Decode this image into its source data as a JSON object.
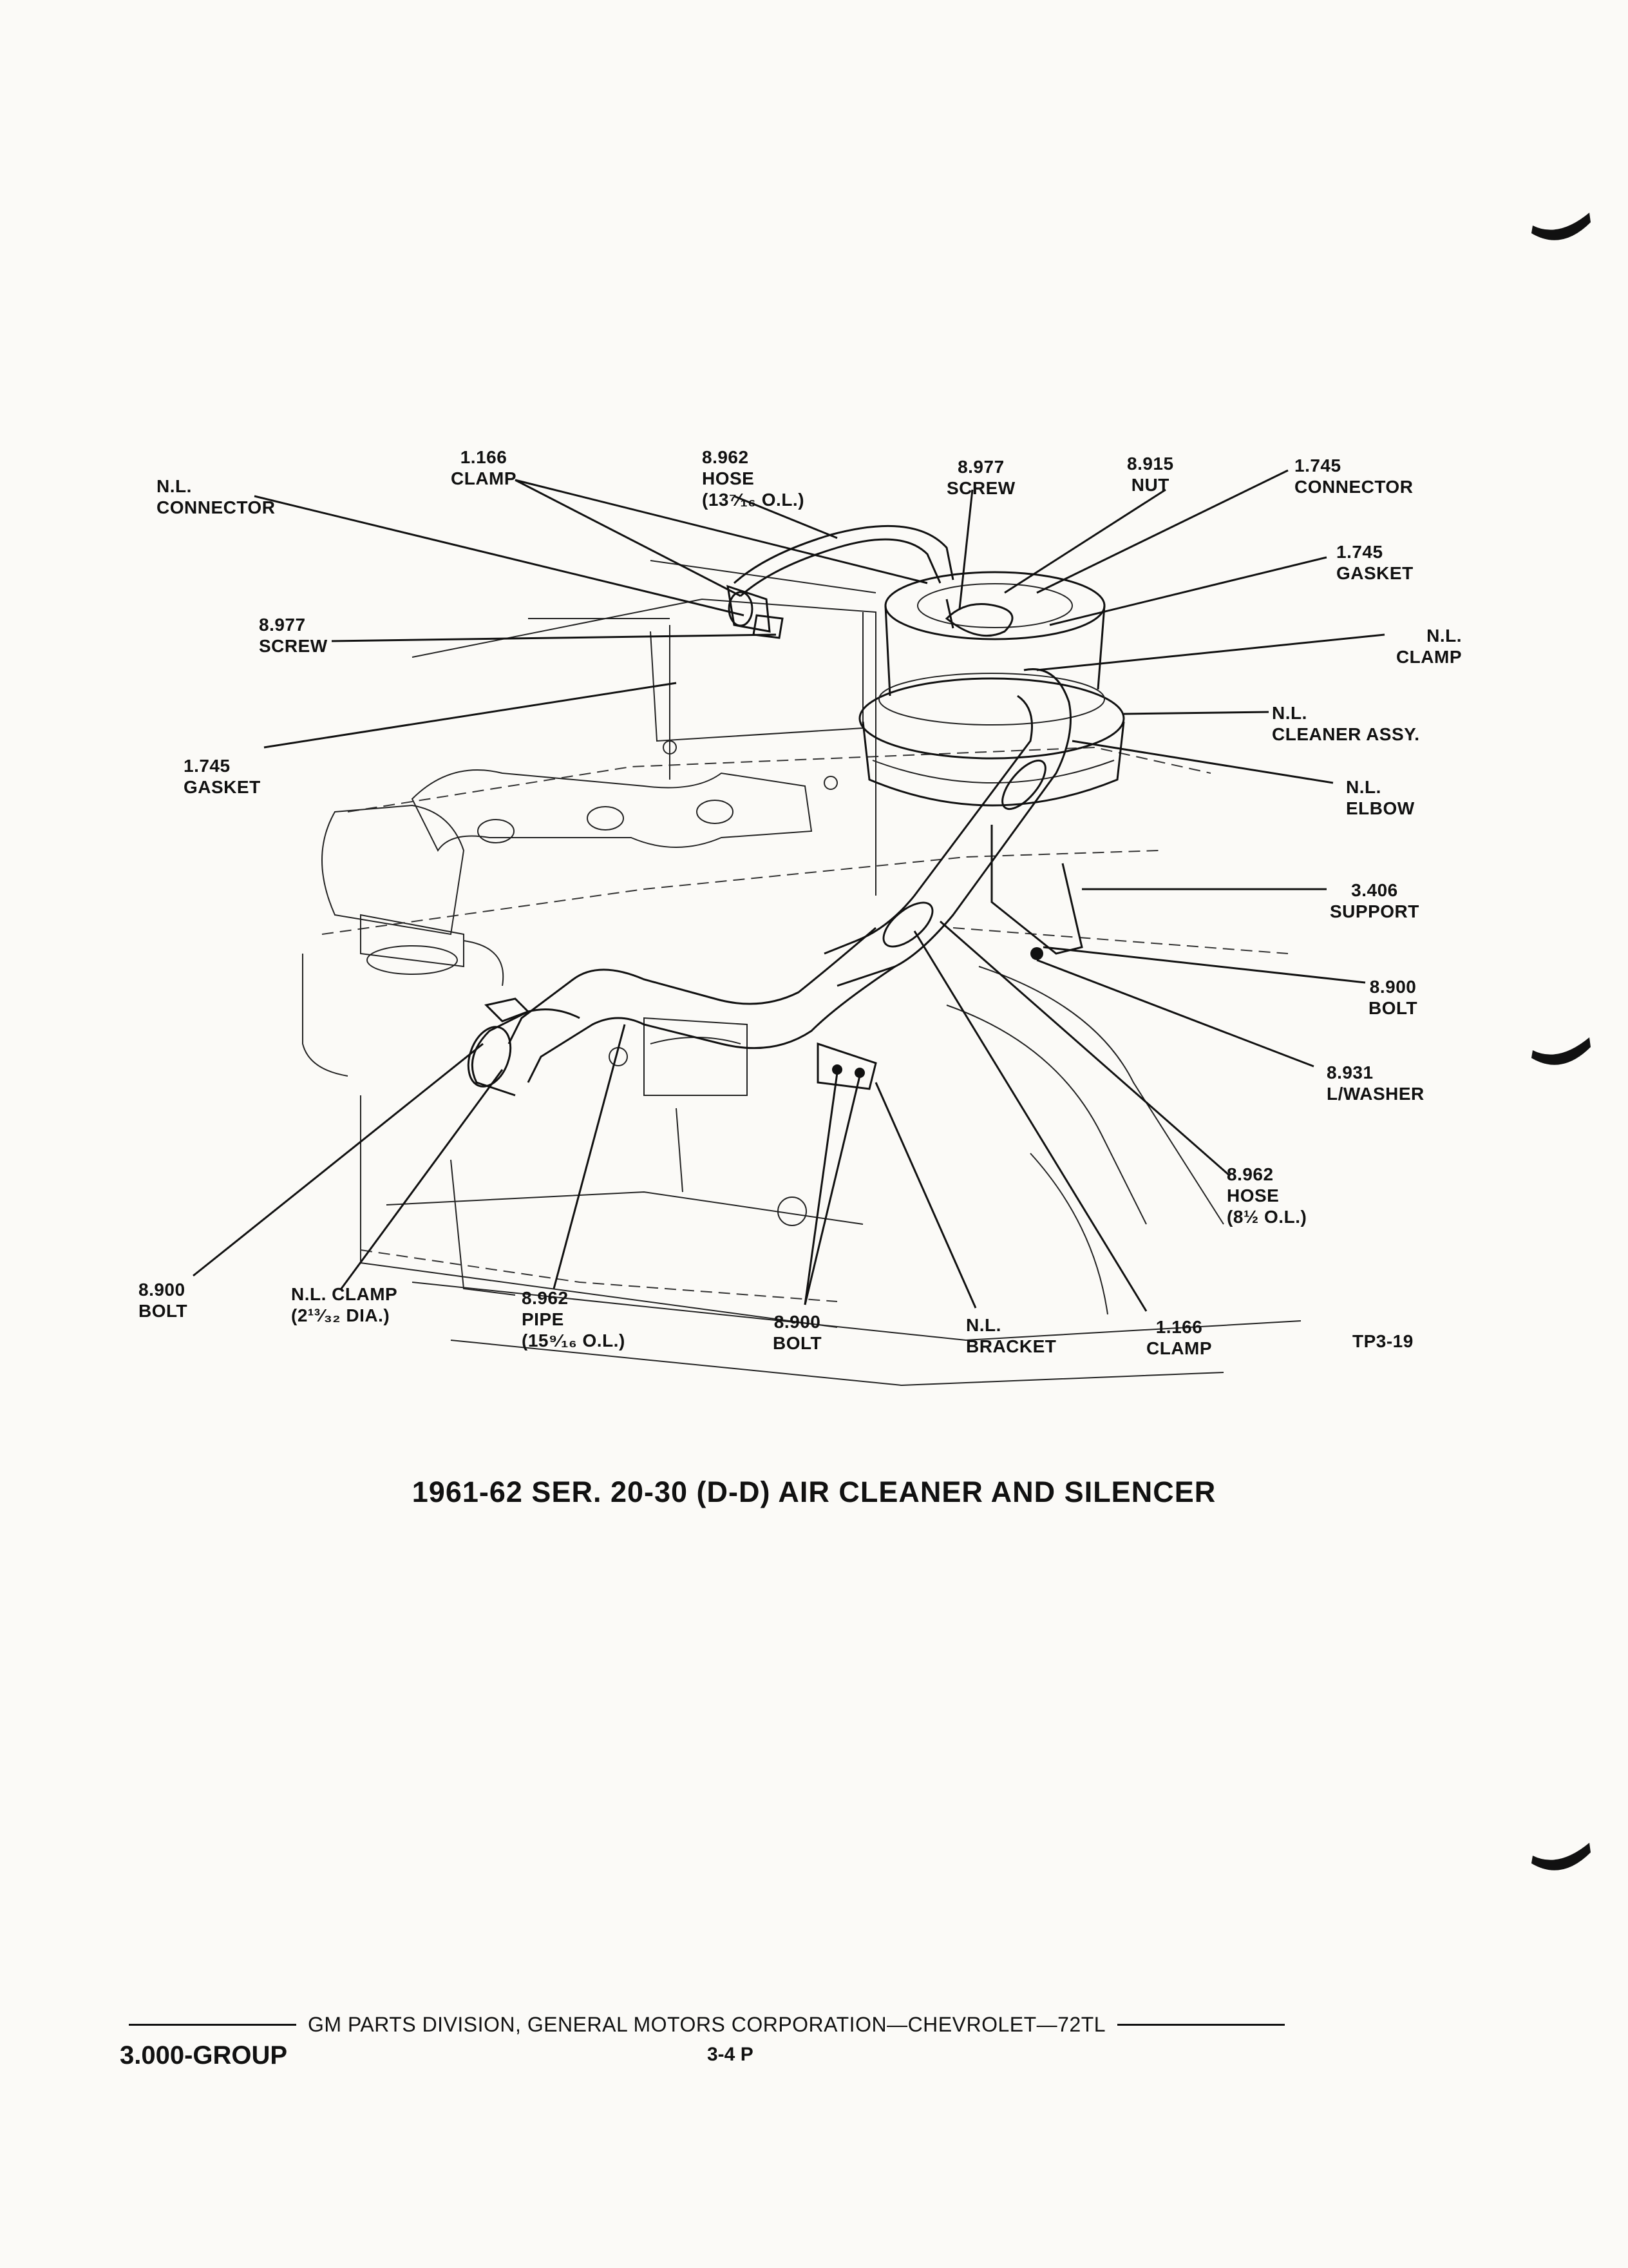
{
  "labels": {
    "nl_connector": [
      "N.L.",
      "CONNECTOR"
    ],
    "clamp_1166_top": [
      "1.166",
      "CLAMP"
    ],
    "hose_8962_top": [
      "8.962",
      "HOSE",
      "(13⁷⁄₁₆ O.L.)"
    ],
    "screw_8977_top": [
      "8.977",
      "SCREW"
    ],
    "nut_8915": [
      "8.915",
      "NUT"
    ],
    "connector_1745": [
      "1.745",
      "CONNECTOR"
    ],
    "gasket_1745_right": [
      "1.745",
      "GASKET"
    ],
    "screw_8977_left": [
      "8.977",
      "SCREW"
    ],
    "nl_clamp_right": [
      "N.L.",
      "CLAMP"
    ],
    "nl_cleaner_assy": [
      "N.L.",
      "CLEANER ASSY."
    ],
    "gasket_1745_left": [
      "1.745",
      "GASKET"
    ],
    "nl_elbow": [
      "N.L.",
      "ELBOW"
    ],
    "support_3406": [
      "3.406",
      "SUPPORT"
    ],
    "bolt_8900_right": [
      "8.900",
      "BOLT"
    ],
    "lwasher_8931": [
      "8.931",
      "L/WASHER"
    ],
    "hose_8962_bottom": [
      "8.962",
      "HOSE",
      "(8½ O.L.)"
    ],
    "bolt_8900_left": [
      "8.900",
      "BOLT"
    ],
    "nl_clamp_dia": [
      "N.L. CLAMP",
      "(2¹³⁄₃₂ DIA.)"
    ],
    "pipe_8962": [
      "8.962",
      "PIPE",
      "(15⁹⁄₁₆ O.L.)"
    ],
    "bolt_8900_center": [
      "8.900",
      "BOLT"
    ],
    "nl_bracket": [
      "N.L.",
      "BRACKET"
    ],
    "clamp_1166_bottom": [
      "1.166",
      "CLAMP"
    ],
    "figure_code": [
      "TP3-19"
    ]
  },
  "caption": "1961-62 SER. 20-30 (D-D) AIR CLEANER AND SILENCER",
  "footer": {
    "division": "GM PARTS DIVISION, GENERAL MOTORS CORPORATION—CHEVROLET—72TL",
    "group": "3.000-GROUP",
    "page": "3-4 P"
  }
}
